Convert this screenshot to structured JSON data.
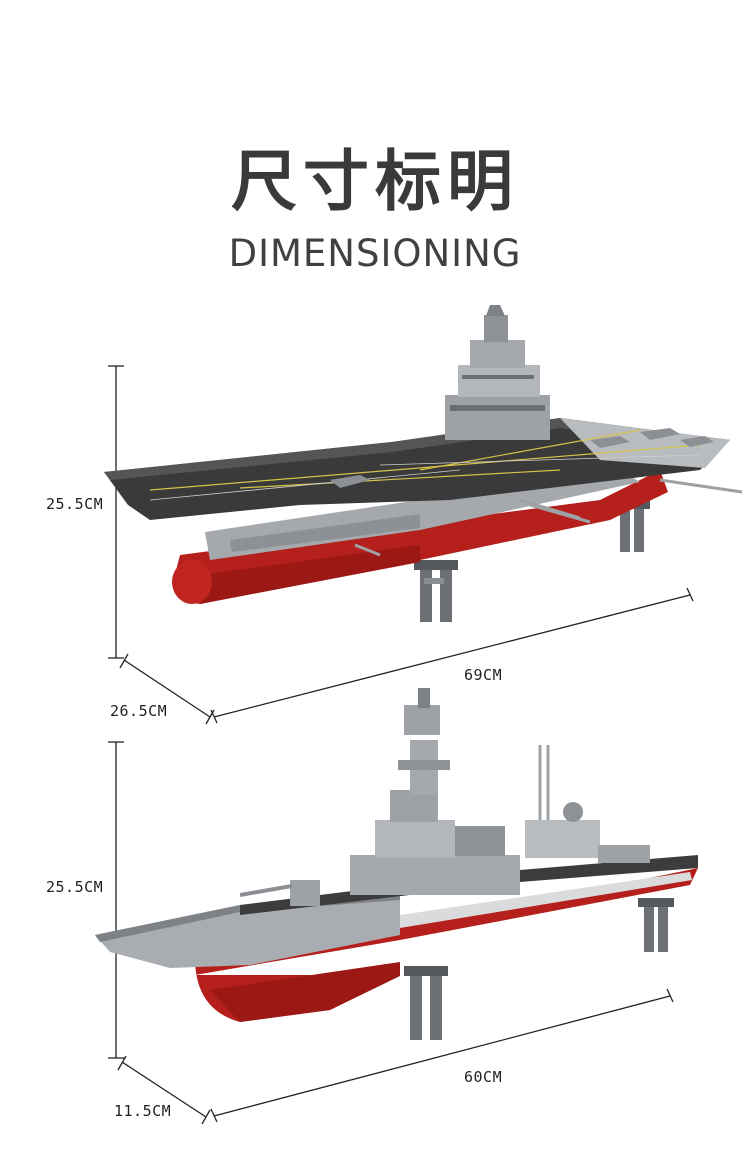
{
  "header": {
    "title_cn": "尺寸标明",
    "title_en": "DIMENSIONING"
  },
  "carrier": {
    "height_label": "25.5CM",
    "length_label": "69CM",
    "width_label": "26.5CM"
  },
  "destroyer": {
    "height_label": "25.5CM",
    "length_label": "60CM",
    "width_label": "11.5CM"
  },
  "colors": {
    "hull_red": "#b5201c",
    "deck_dark": "#3a3a3a",
    "grey": "#9ea2a6",
    "line": "#222222"
  }
}
